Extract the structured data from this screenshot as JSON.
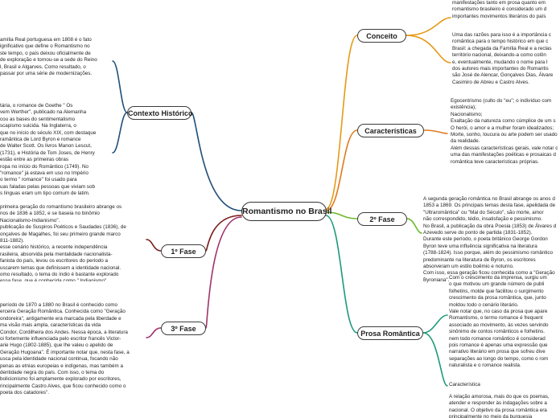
{
  "central": {
    "label": "Romantismo no Brasil"
  },
  "nodes": {
    "contexto": {
      "label": "Contexto Histórico"
    },
    "fase1": {
      "label": "1º Fase"
    },
    "fase3": {
      "label": "3º Fase"
    },
    "conceito": {
      "label": "Conceito"
    },
    "caracteristicas": {
      "label": "Características"
    },
    "fase2": {
      "label": "2º Fase"
    },
    "prosa": {
      "label": "Prosa Romântica"
    }
  },
  "notes": {
    "contexto_1": "amília Real portuguesa em 1808 é o fato\nignificativo que define o Romantismo no\nste tempo, o país deixou oficialmente de\nde exploração e tornou-se a sede do Reino\nl, Brasil e Algarves. Como resultado, o\npassar por uma série de modernizações.",
    "contexto_2": "tária, o romance de Goethe \" Os\nvem Werther\", publicado na Alemanha\ncou as bases do sentimentalismo\nscapismo suicida. Na Inglaterra, o\nque no início do século XIX, com destaque\nramântica de Lord Byron e romance\nde Walter Scott. Os livros Manon Lescut,\n (1731), e História de Tom Joses, de Henry\n estão entre as primeiras obras\nropa no início do Romântico (1749). No\n\"romance\" já estava em uso no Império\no termo \" romance\" foi usado para\nuas faladas pelas pessoas que viviam sob\ns línguas eram um tipo comum de latim.",
    "fase1": " primeira geração do romantismo brasileiro abrange os\nnos de 1836 a 1852, e se baseia no binômio\nNacionalismo-Indianismo\".\n publicação de Suspiros Poéticos e Saudades (1836), de\nonçalves de Magalhes, foi seu primeiro grande marco\n811-1882).\nesse cenário histórico, a recente independência\nrasileira, absorvida pela mentalidade nacionalista-\nfanista do país, levou os escritores do período a\nuscarem temas que definissem a identidade nacional.\nomo resultado, o tema do índio é bastante explorado\nessa fase, que é conhecida como \" Indianismo\".",
    "fase3": " período de 1870 a 1880 no Brasil é conhecido como\nerceira Geração Romântica. Conhecida como \"Geração\nondoreira\", antigamente era marcada pela liberdade e\nma visão mais ampla, características da vida\nCondor, Cordilheira dos Andes. Nessa época, a literatura\noi fortemente influenciada pelo escritor francês Victor-\narie Hugo (1802-1885), que lhe valeu o apelido de\nGeração Hugoana\". É importante notar que, nesta fase, a\nusca pela identidade nacional continua, focando não\npenas as etnias europeias e indígenas, mas também a\ndentidade negra do país. Com isso, o tema do\nbolicionismo foi amplamente explorado por escritores,\nrincipalmente Castro Alves, que ficou conhecido como o\npoeta dos catadores\".",
    "conceito_1": "manifestações tanto em prosa quanto em\nromantismo brasileiro é considerado um d\nimportantes movimentos literários do país",
    "conceito_2": "Uma das razões para isso é a importância c\nromântica para o tempo histórico em que c\nBrasil: a chegada da Família Real e a reclas\nterritório nacional, deixando-a como colôn\ne, eventualmente, mudando o nome para I\ndos autores mais importantes do Romantis\nsão José de Alencar, Gonçalves Dias, Álvare\nCasimiro de Abreu e Castro Alves.",
    "caracteristicas": "Egocentrismo (culto do \"eu\"; o indivíduo com\nexistência);\nNacionalismo;\nExaltação da natureza como cúmplice de um s\nO herói, o amor e a mulher foram idealizados;\nMorte, sonho, loucura ou arte podem ser usado\nda realidade.\nAlém dessas características gerais, vale notar c\numa das manifestações poéticas e prosaicas d\nromântica teve características próprias.",
    "fase2": "A segunda geração romântica no Brasil abrange os anos d\n1853 a 1869. Os principais temas desta fase, apelidada de\n\"Ultraromântica\" ou \"Mal do Século\", são morte, amor\nnão correspondido, tédio, insatisfação e pessimismo.\nNo Brasil, a publicação da obra Poesia (1853) de Álvares d\nAzevedo serve do ponto de partida (1831-1852).\nDurante este período, o poeta britânico George Gordon\nByron teve uma influência significativa na literatura\n(1788-1824). Isso porque, além do pessimismo romântico\npredominante na literatura de Byron, os escritores\nabsorveram um estilo boêmio e noturno.\nCom isso, essa geração ficou conhecida como a \"Geração\nByroniana\".",
    "prosa_1": "Com o crescimento da imprensa, surgiu um\no que motivou um grande número de publi\nfolhetins, molde que facilitou o surgimento\ncrescimento da prosa romântica, que, junto\nmoldou todo o cenário literário.\nVale notar que, no caso da prosa que apare\nRomantismo, o termo romance é frequent\nassociado ao movimento, às vezes servindo\nsinônimo de contos românticos e folhetins.\nnem todo romance romântico é considerad\npois romance é apenas uma expressão que\nnarrativo literário em prosa que sofreu dive\nseparações ao longo do tempo, como o rom\nnaturalista e o romance realista.",
    "prosa_2": "Característica",
    "prosa_3": "A relação amorosa, mais do que os poemas,\natender e responder às indagações sobre a\nnacional. O objetivo da prosa romântica era\nprincipalmente no meio da burguesia"
  }
}
